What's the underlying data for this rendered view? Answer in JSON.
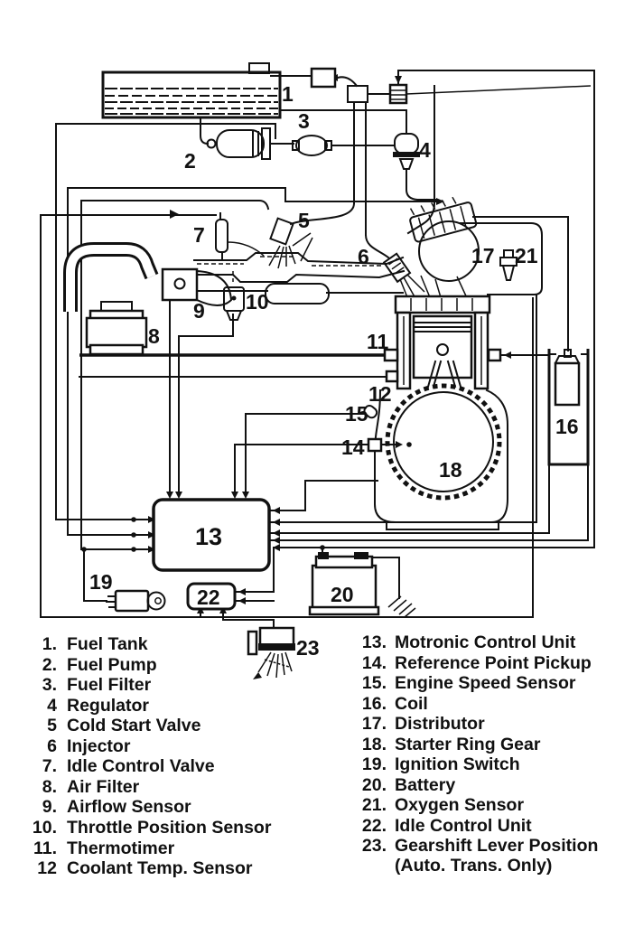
{
  "palette": {
    "ink": "#111111",
    "paper": "#ffffff"
  },
  "diagram": {
    "labels": [
      "1",
      "2",
      "3",
      "4",
      "5",
      "6",
      "7",
      "8",
      "9",
      "10",
      "11",
      "12",
      "13",
      "14",
      "15",
      "16",
      "17",
      "18",
      "19",
      "20",
      "21",
      "22",
      "23"
    ]
  },
  "legend": {
    "left": [
      {
        "num": "1.",
        "label": "Fuel Tank"
      },
      {
        "num": "2.",
        "label": "Fuel Pump"
      },
      {
        "num": "3.",
        "label": "Fuel Filter"
      },
      {
        "num": "4",
        "label": "Regulator"
      },
      {
        "num": "5",
        "label": "Cold Start Valve"
      },
      {
        "num": "6",
        "label": "Injector"
      },
      {
        "num": "7.",
        "label": "Idle Control Valve"
      },
      {
        "num": "8.",
        "label": "Air Filter"
      },
      {
        "num": "9.",
        "label": "Airflow Sensor"
      },
      {
        "num": "10.",
        "label": "Throttle Position Sensor"
      },
      {
        "num": "11.",
        "label": "Thermotimer"
      },
      {
        "num": "12",
        "label": "Coolant Temp. Sensor"
      }
    ],
    "right": [
      {
        "num": "13.",
        "label": "Motronic Control Unit"
      },
      {
        "num": "14.",
        "label": "Reference Point Pickup"
      },
      {
        "num": "15.",
        "label": "Engine Speed Sensor"
      },
      {
        "num": "16.",
        "label": "Coil"
      },
      {
        "num": "17.",
        "label": "Distributor"
      },
      {
        "num": "18.",
        "label": "Starter Ring Gear"
      },
      {
        "num": "19.",
        "label": "Ignition Switch"
      },
      {
        "num": "20.",
        "label": "Battery"
      },
      {
        "num": "21.",
        "label": "Oxygen Sensor"
      },
      {
        "num": "22.",
        "label": "Idle Control Unit"
      },
      {
        "num": "23.",
        "label": "Gearshift Lever Position",
        "note": "(Auto. Trans. Only)"
      }
    ]
  }
}
